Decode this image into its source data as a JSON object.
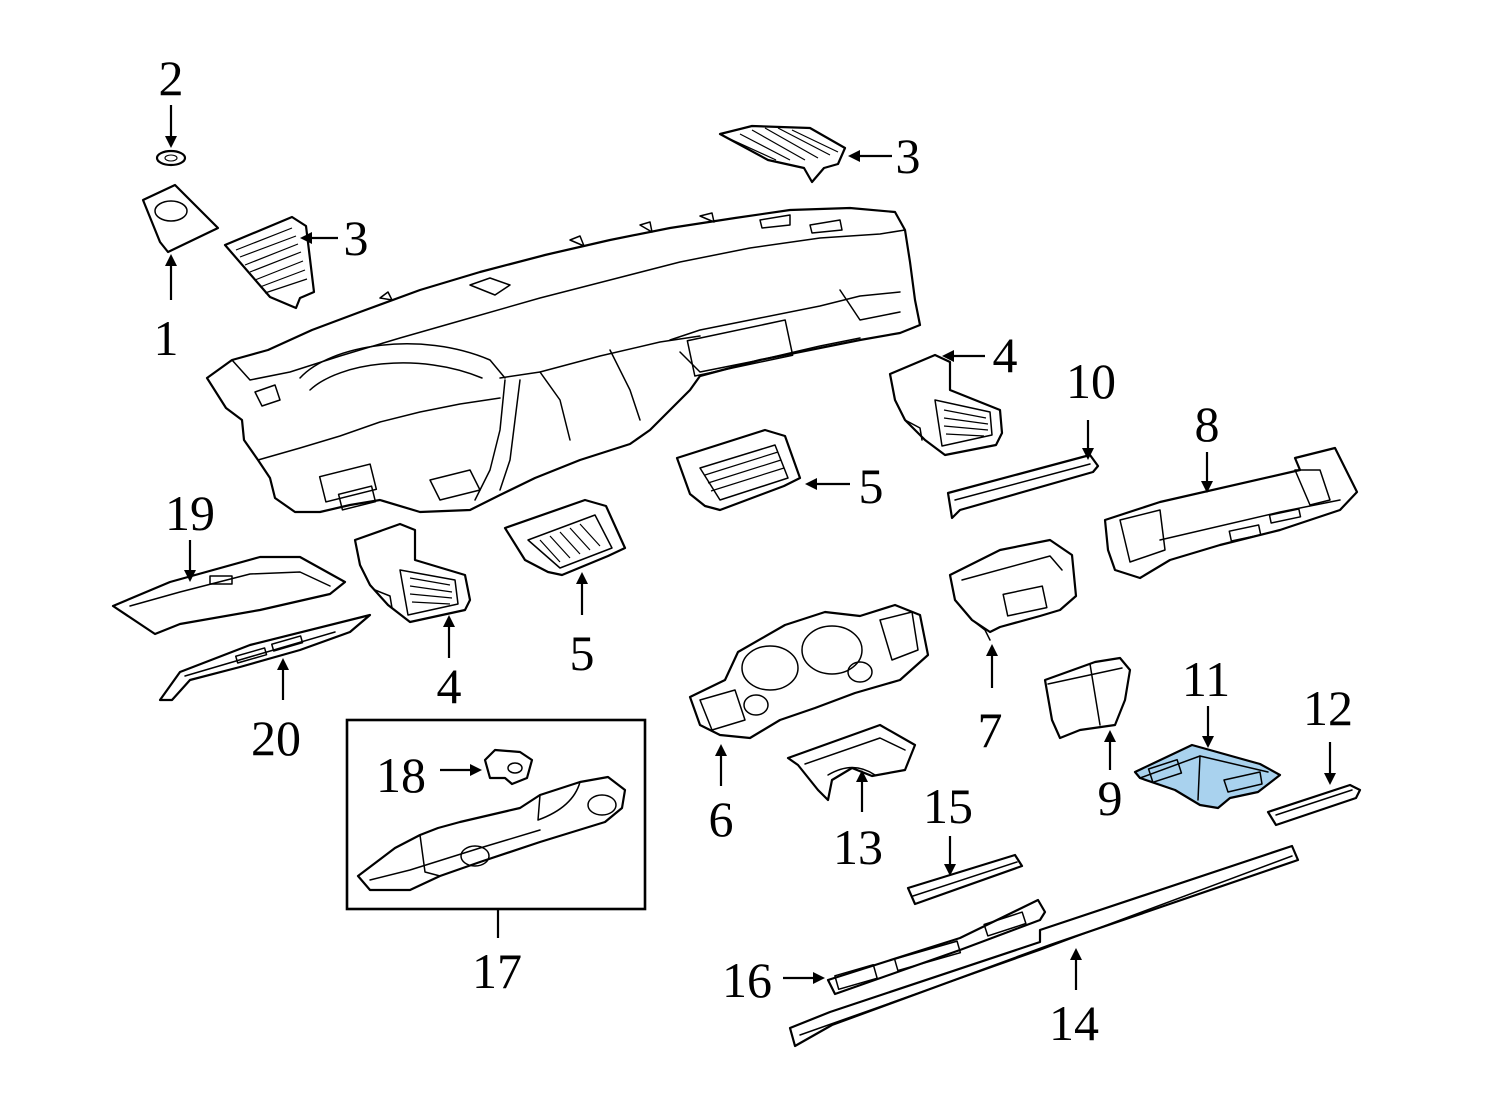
{
  "highlight_color": "#a9d2ee",
  "callouts": {
    "c1": "1",
    "c2": "2",
    "c3a": "3",
    "c3b": "3",
    "c4a": "4",
    "c4b": "4",
    "c5a": "5",
    "c5b": "5",
    "c6": "6",
    "c7": "7",
    "c8": "8",
    "c9": "9",
    "c10": "10",
    "c11": "11",
    "c12": "12",
    "c13": "13",
    "c14": "14",
    "c15": "15",
    "c16": "16",
    "c17": "17",
    "c18": "18",
    "c19": "19",
    "c20": "20"
  }
}
